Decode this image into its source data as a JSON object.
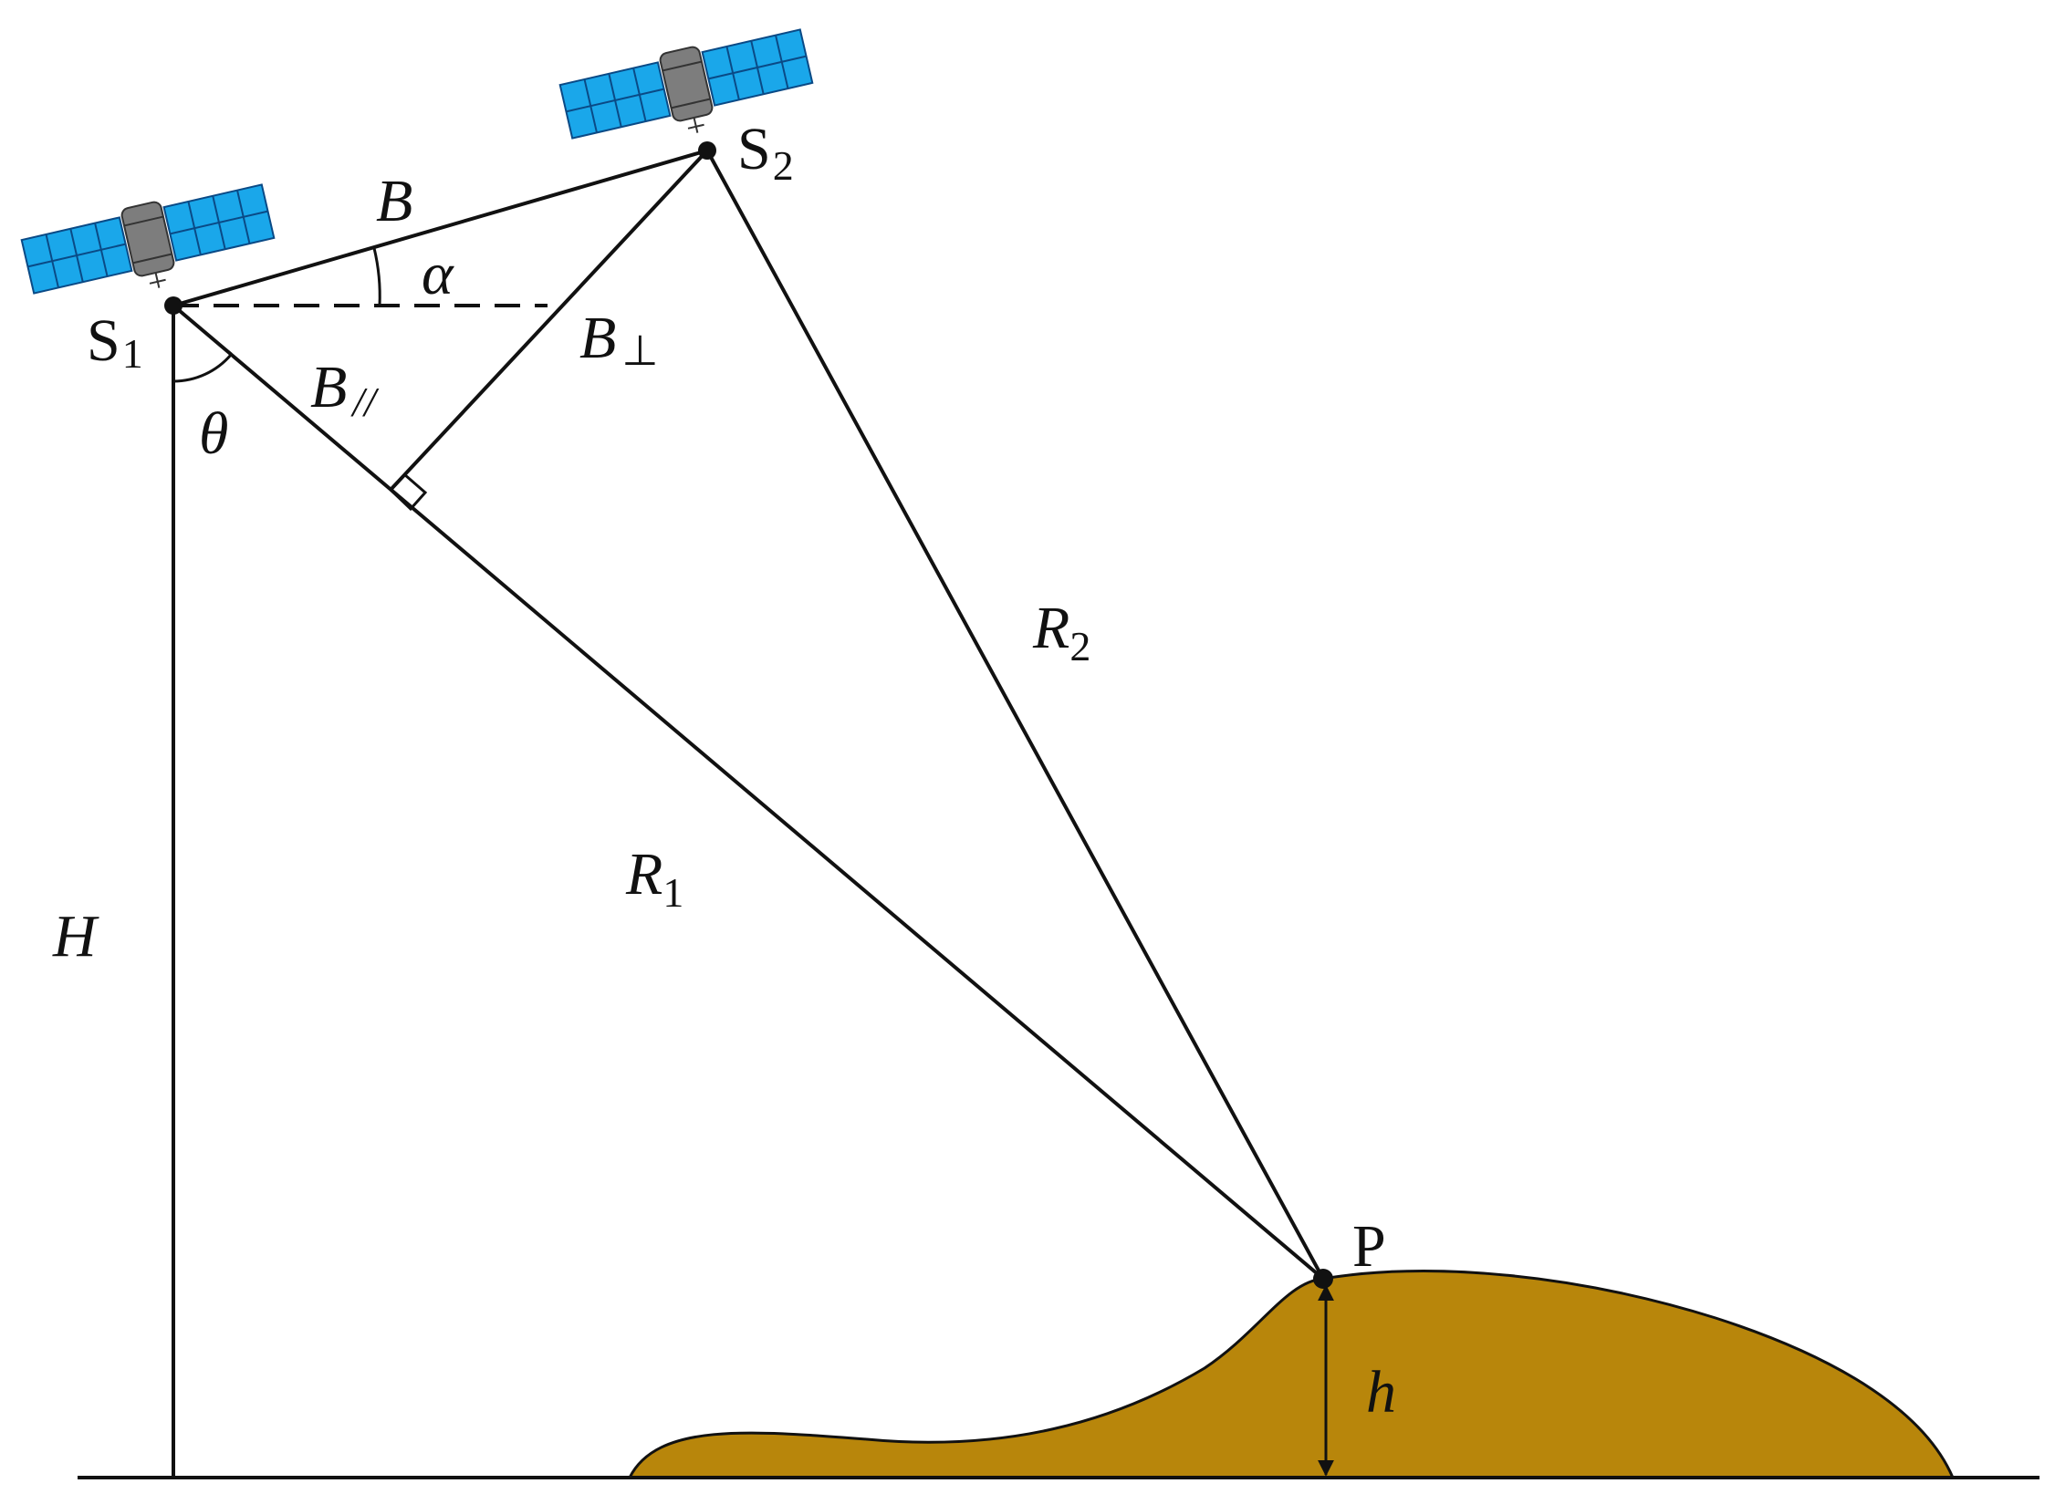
{
  "colors": {
    "panel": "#1aa7ea",
    "panel_grid": "#0a4a86",
    "satellite_body": "#7d7d7d",
    "terrain": "#b8860b",
    "stroke": "#111111"
  },
  "labels": {
    "s1_main": "S",
    "s1_sub": "1",
    "s2_main": "S",
    "s2_sub": "2",
    "baseline": "B",
    "alpha": "α",
    "b_perp_main": "B",
    "b_perp_sub": "⊥",
    "b_par_main": "B",
    "b_par_sub": "//",
    "theta": "θ",
    "r1_main": "R",
    "r1_sub": "1",
    "r2_main": "R",
    "r2_sub": "2",
    "height_H": "H",
    "point_P": "P",
    "height_h": "h"
  },
  "icons": {
    "satellite_1": "satellite-icon",
    "satellite_2": "satellite-icon"
  }
}
